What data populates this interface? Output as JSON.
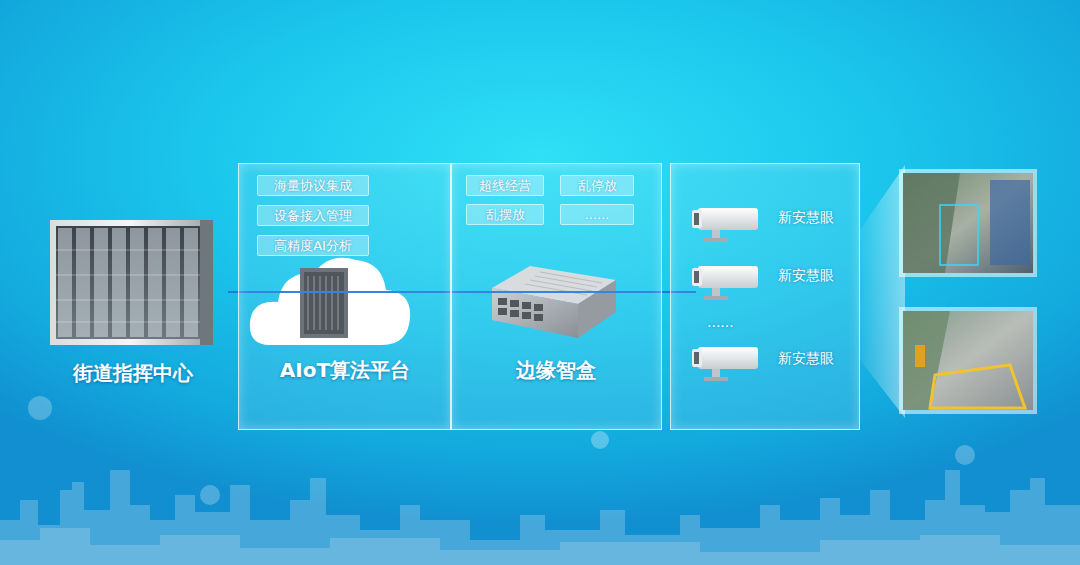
{
  "diagram": {
    "nodes": [
      {
        "text": [
          "街道指挥中心"
        ]
      },
      {
        "text": [
          "AIoT算法平台"
        ]
      },
      {
        "text": [
          "海量协议集成"
        ],
        "in": 1
      },
      {
        "text": [
          "设备接入管理"
        ],
        "in": 1
      },
      {
        "text": [
          "高精度AI分析"
        ],
        "in": 1
      },
      {
        "text": [
          "边缘智盒"
        ]
      },
      {
        "text": [
          "超线经营"
        ],
        "in": 5
      },
      {
        "text": [
          "乱停放"
        ],
        "in": 5
      },
      {
        "text": [
          "乱摆放"
        ],
        "in": 5
      },
      {
        "text": [
          "......"
        ],
        "in": 5
      },
      {
        "text": [
          "新安慧眼",
          "新安慧眼",
          "......",
          "新安慧眼"
        ]
      }
    ],
    "edges": [
      {
        "from": 0,
        "to": 1,
        "arrow": "none"
      },
      {
        "from": 1,
        "to": 5,
        "arrow": "none"
      },
      {
        "from": 5,
        "to": 10,
        "arrow": "none"
      }
    ]
  }
}
